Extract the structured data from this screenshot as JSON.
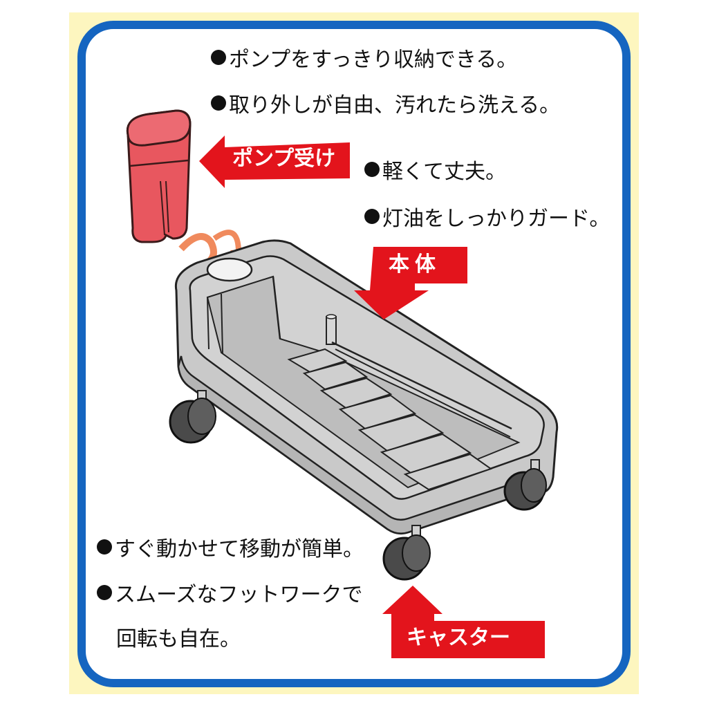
{
  "colors": {
    "background_yellow": "#fdf6bf",
    "frame_blue": "#1565c0",
    "label_red": "#e3141c",
    "pump_holder_pink": "#e8575f",
    "rotation_arrow_orange": "#f08a5d",
    "tray_gray": "#c9c9c9",
    "caster_dark": "#4a4a4a"
  },
  "features_top": [
    {
      "icon": "bullet-dot",
      "text": "ポンプをすっきり収納できる。"
    },
    {
      "icon": "bullet-dot",
      "text": "取り外しが自由、汚れたら洗える。"
    }
  ],
  "features_body": [
    {
      "icon": "bullet-dot",
      "text": "軽くて丈夫。"
    },
    {
      "icon": "bullet-dot",
      "text": "灯油をしっかりガード。"
    }
  ],
  "features_caster": [
    {
      "icon": "bullet-dot",
      "text": "すぐ動かせて移動が簡単。"
    },
    {
      "icon": "bullet-dot",
      "text": "スムーズなフットワークで",
      "continuation": "回転も自在。"
    }
  ],
  "labels": {
    "pump_holder": {
      "text": "ポンプ受け",
      "arrow": "left-arrow"
    },
    "body": {
      "text": "本体",
      "arrow": "down-arrow"
    },
    "caster": {
      "text": "キャスター",
      "arrow": "up-arrow"
    }
  },
  "illustration": {
    "parts": [
      "pump-holder",
      "rotation-arrow",
      "tray-body",
      "casters"
    ],
    "caster_count": 4
  }
}
